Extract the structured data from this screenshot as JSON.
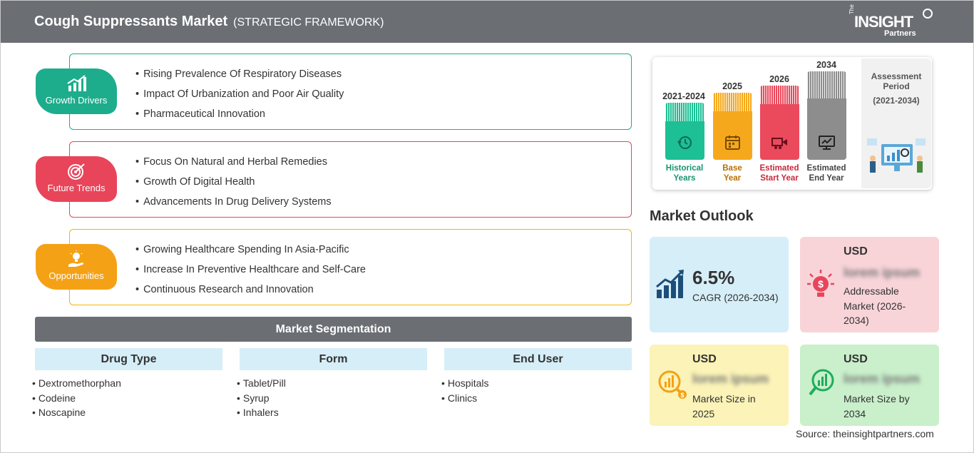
{
  "header": {
    "title": "Cough Suppressants Market",
    "subtitle": "(STRATEGIC FRAMEWORK)",
    "logo": {
      "the": "The",
      "insight": "INSIGHT",
      "partners": "Partners"
    }
  },
  "factors": [
    {
      "label": "Growth Drivers",
      "color": "#1dad8c",
      "icon": "chart-up-icon",
      "items": [
        "Rising Prevalence Of Respiratory Diseases",
        "Impact Of Urbanization and Poor Air Quality",
        "Pharmaceutical Innovation"
      ]
    },
    {
      "label": "Future Trends",
      "color": "#e8455a",
      "icon": "target-icon",
      "items": [
        "Focus On Natural and Herbal Remedies",
        "Growth Of Digital Health",
        "Advancements In Drug Delivery Systems"
      ]
    },
    {
      "label": "Opportunities",
      "color": "#f5a116",
      "icon": "lightbulb-hand-icon",
      "items": [
        "Growing Healthcare Spending In Asia-Pacific",
        "Increase In Preventive Healthcare and Self-Care",
        "Continuous Research and Innovation"
      ]
    }
  ],
  "segmentation": {
    "title": "Market Segmentation",
    "columns": [
      {
        "title": "Drug Type",
        "items": [
          "Dextromethorphan",
          "Codeine",
          "Noscapine"
        ]
      },
      {
        "title": "Form",
        "items": [
          "Tablet/Pill",
          "Syrup",
          "Inhalers"
        ]
      },
      {
        "title": "End User",
        "items": [
          "Hospitals",
          "Clinics"
        ]
      }
    ]
  },
  "timeline": {
    "bars": [
      {
        "year": "2021-2024",
        "label1": "Historical",
        "label2": "Years",
        "color": "#1dbf94",
        "text_color": "#16946f",
        "icon": "history-icon"
      },
      {
        "year": "2025",
        "label1": "Base",
        "label2": "Year",
        "color": "#f6a81c",
        "text_color": "#b86f00",
        "icon": "calendar-icon"
      },
      {
        "year": "2026",
        "label1": "Estimated",
        "label2": "Start Year",
        "color": "#ea4a5c",
        "text_color": "#c8283c",
        "icon": "projector-icon"
      },
      {
        "year": "2034",
        "label1": "Estimated",
        "label2": "End Year",
        "color": "#8d8d8d",
        "text_color": "#444444",
        "icon": "monitor-chart-icon"
      }
    ],
    "assessment_label": "Assessment Period",
    "assessment_period": "(2021-2034)"
  },
  "outlook": {
    "title": "Market Outlook",
    "cagr": {
      "value": "6.5%",
      "label": "CAGR (2026-2034)",
      "color": "#d6eef8"
    },
    "addressable": {
      "usd": "USD",
      "value": "lorem ipsum",
      "label": "Addressable Market (2026-2034)",
      "color": "#f8d4d9"
    },
    "size_2025": {
      "usd": "USD",
      "value": "lorem ipsum",
      "label": "Market Size in 2025",
      "color": "#fbf3b7"
    },
    "size_2034": {
      "usd": "USD",
      "value": "lorem ipsum",
      "label": "Market Size by 2034",
      "color": "#c9efcb"
    }
  },
  "source": "Source: theinsightpartners.com"
}
